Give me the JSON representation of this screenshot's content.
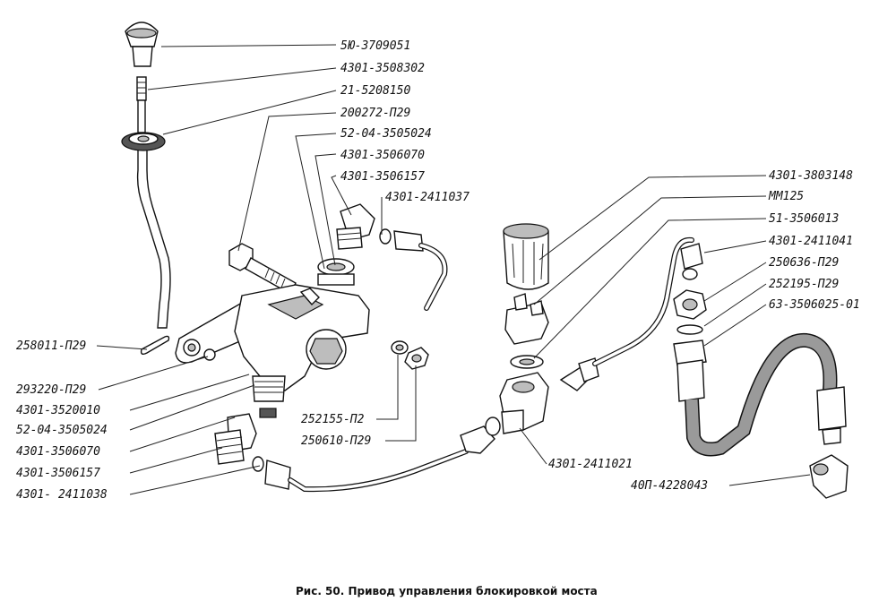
{
  "caption": "Рис. 50. Привод управления блокировкой моста",
  "labels": {
    "p01": "5Ю-3709051",
    "p02": "4301-3508302",
    "p03": "21-5208150",
    "p04": "200272-П29",
    "p05": "52-04-3505024",
    "p06": "4301-3506070",
    "p07": "4301-3506157",
    "p08": "4301-2411037",
    "p09": "4301-3803148",
    "p10": "ММ125",
    "p11": "51-3506013",
    "p12": "4301-2411041",
    "p13": "250636-П29",
    "p14": "252195-П29",
    "p15": "63-3506025-01",
    "p16": "258011-П29",
    "p17": "293220-П29",
    "p18": "4301-3520010",
    "p19": "52-04-3505024",
    "p20": "4301-3506070",
    "p21": "4301-3506157",
    "p22": "4301- 2411038",
    "p23": "252155-П2",
    "p24": "250610-П29",
    "p25": "4301-2411021",
    "p26": "40П-4228043"
  }
}
